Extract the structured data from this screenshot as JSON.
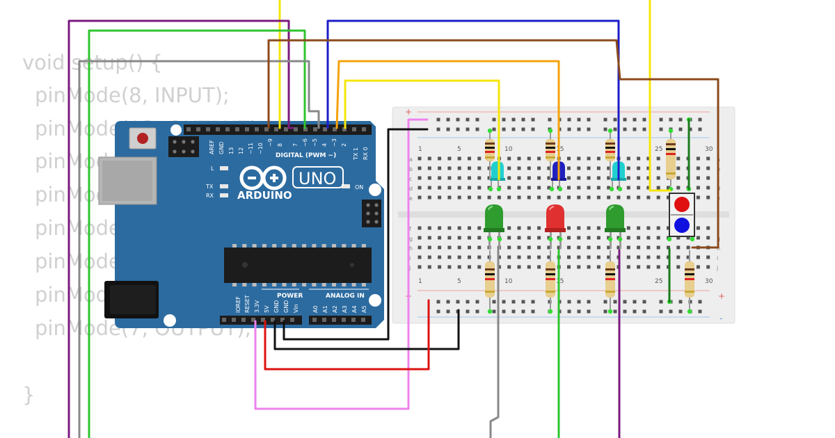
{
  "code": {
    "lines": [
      "void setup() {",
      "  pinMode(8, INPUT);",
      "  pinMode(13, OUTPUT);",
      "  pinMode(12, OUTPUT);",
      "  pinMode(11, OUTPUT);",
      "  pinMode(10, OUTPUT);",
      "  pinMode(9, OUTPUT);",
      "  pinMode(8, OUTPUT);",
      "  pinMode(7, OUTPUT);",
      "",
      "}"
    ]
  },
  "arduino": {
    "brand": "ARDUINO",
    "model": "UNO",
    "digital_label": "DIGITAL (PWM ~)",
    "analog_label": "ANALOG IN",
    "power_label": "POWER",
    "on_label": "ON",
    "led_labels": [
      "L",
      "TX",
      "RX"
    ],
    "digital_pins": [
      "AREF",
      "GND",
      "13",
      "12",
      "~11",
      "~10",
      "~9",
      "8",
      "7",
      "~6",
      "~5",
      "4",
      "~3",
      "2",
      "TX 1",
      "RX 0"
    ],
    "power_pins": [
      "IOREF",
      "RESET",
      "3.3V",
      "5V",
      "GND",
      "GND",
      "Vin"
    ],
    "analog_pins": [
      "A0",
      "A1",
      "A2",
      "A3",
      "A4",
      "A5"
    ]
  },
  "breadboard": {
    "col_numbers": [
      "1",
      "5",
      "10",
      "15",
      "20",
      "25",
      "30"
    ],
    "row_letters_top": [
      "a",
      "b",
      "c",
      "d",
      "e"
    ],
    "row_letters_bottom": [
      "f",
      "g",
      "h",
      "i",
      "j"
    ],
    "plus_sign": "+",
    "minus_sign": "-"
  },
  "colors": {
    "board": "#2c6ba0",
    "breadboard": "#eeeeee",
    "wire_yellow": "#f5e60a",
    "wire_purple": "#7b1a7f",
    "wire_green": "#2ec42e",
    "wire_blue": "#1c1cc8",
    "wire_brown": "#8b4a1c",
    "wire_gray": "#888888",
    "wire_orange": "#f5a20a",
    "wire_pink": "#ee82ee",
    "wire_red": "#dd1111",
    "wire_black": "#111111",
    "led_green": "#2e9c2e",
    "led_red": "#e03030",
    "led_cyan": "#20d0d0",
    "led_blue": "#2020c0"
  }
}
